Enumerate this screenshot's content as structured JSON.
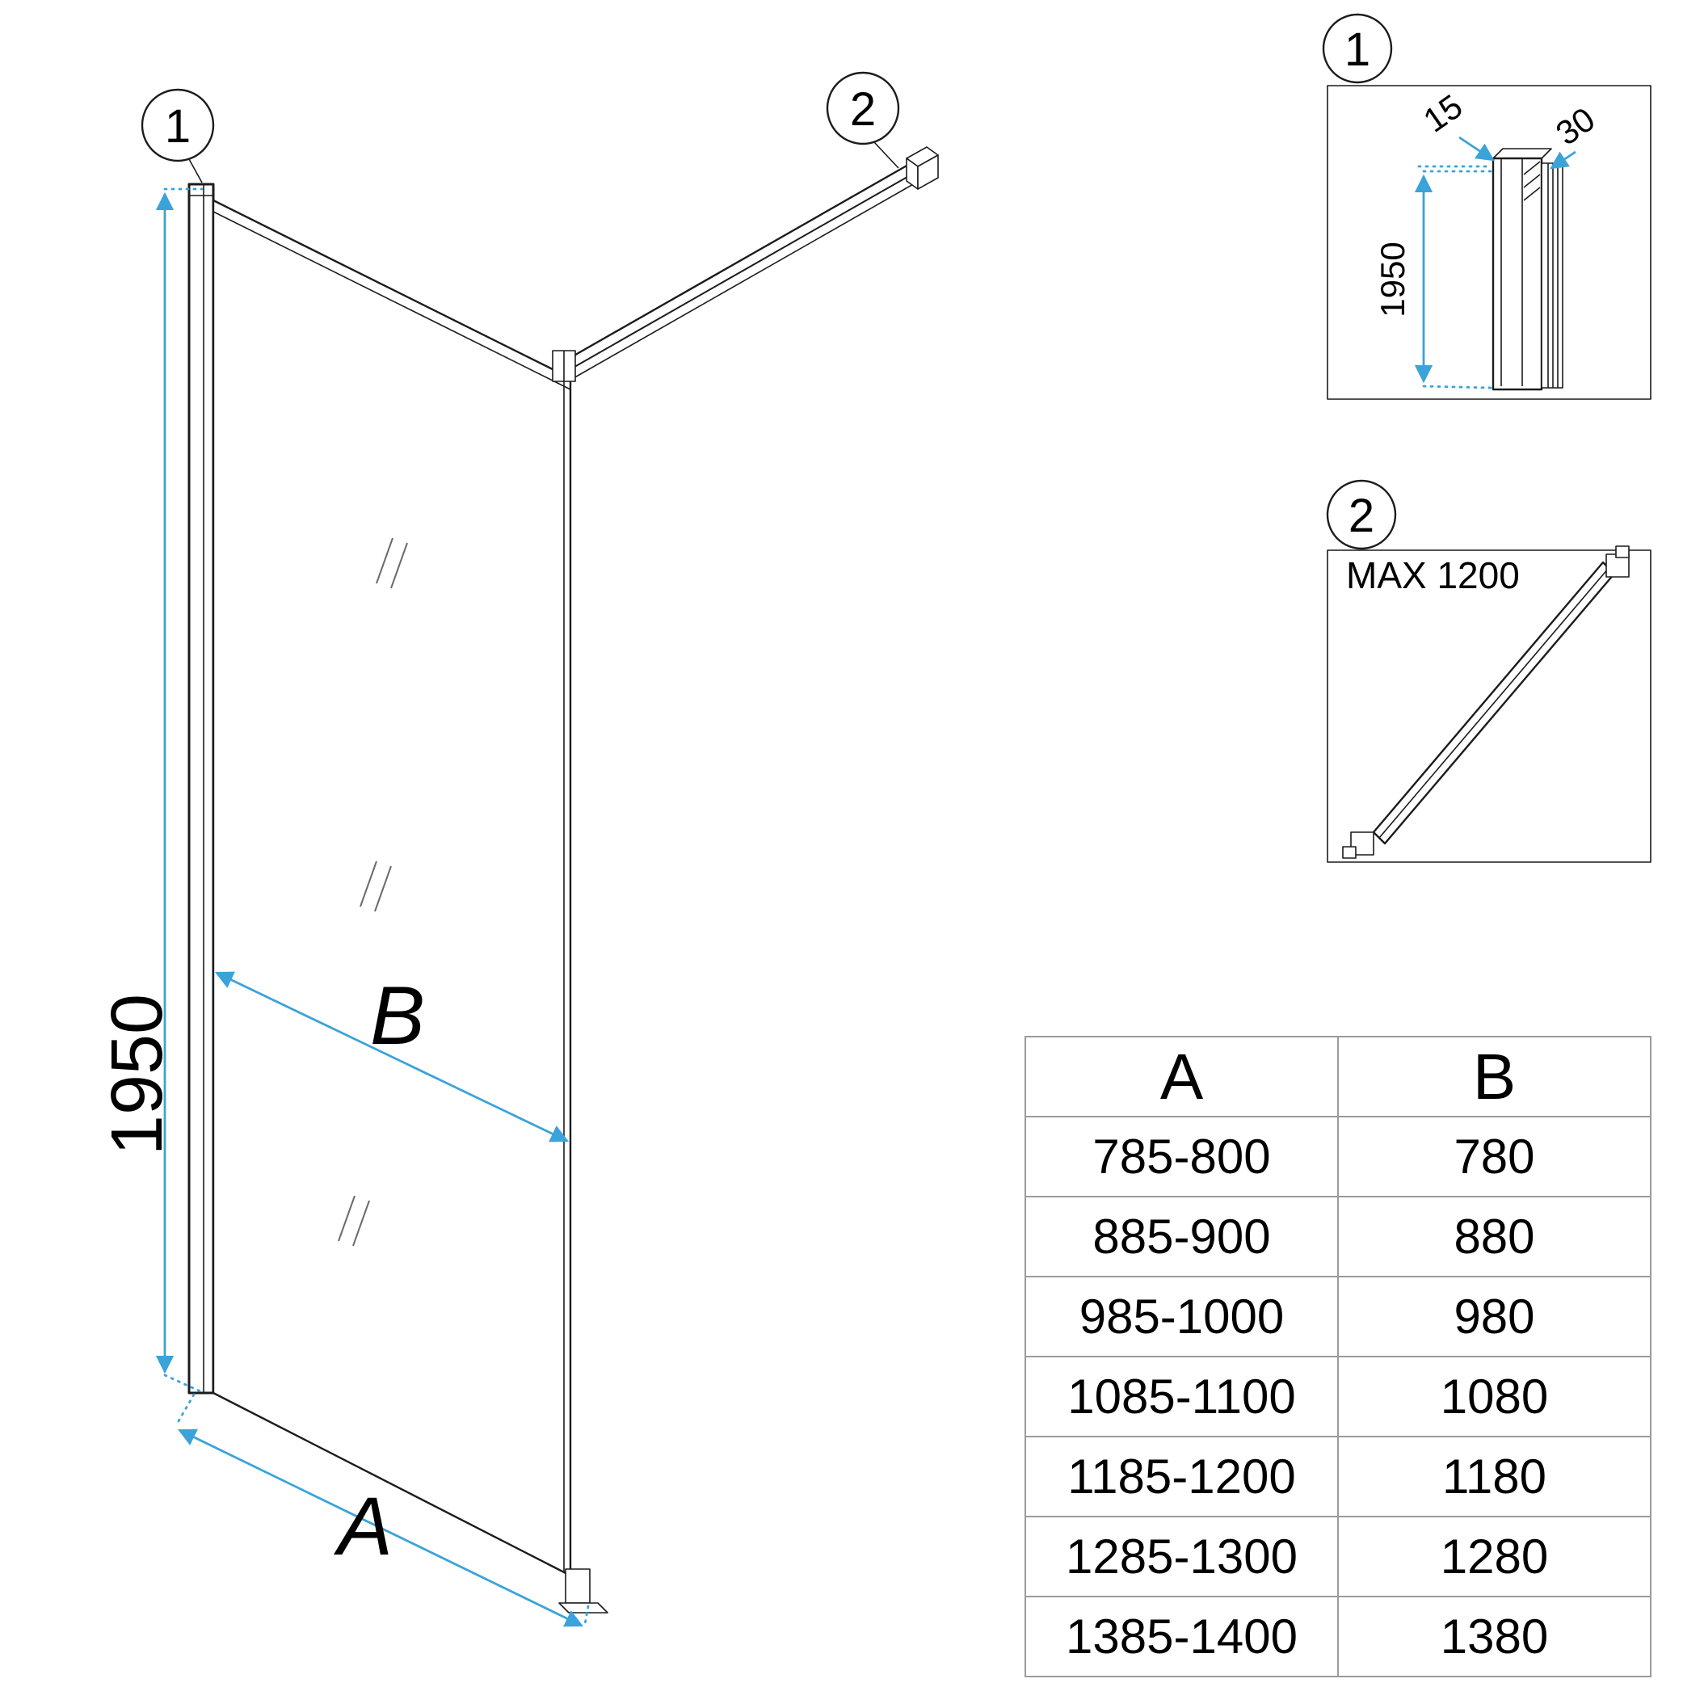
{
  "colors": {
    "line": "#1c1c1c",
    "dimension_accent": "#3aa3d9",
    "table_border": "#9b9b9b",
    "background": "#ffffff"
  },
  "main_drawing": {
    "callout_wall_profile": "1",
    "callout_support_bar": "2",
    "height_label": "1950",
    "glass_width_label": "B",
    "overall_width_label": "A"
  },
  "detail_1": {
    "callout": "1",
    "dim_depth": "15",
    "dim_width": "30",
    "dim_height": "1950"
  },
  "detail_2": {
    "callout": "2",
    "max_label": "MAX 1200"
  },
  "size_table": {
    "headers": [
      "A",
      "B"
    ],
    "rows": [
      {
        "a": "785-800",
        "b": "780"
      },
      {
        "a": "885-900",
        "b": "880"
      },
      {
        "a": "985-1000",
        "b": "980"
      },
      {
        "a": "1085-1100",
        "b": "1080"
      },
      {
        "a": "1185-1200",
        "b": "1180"
      },
      {
        "a": "1285-1300",
        "b": "1280"
      },
      {
        "a": "1385-1400",
        "b": "1380"
      }
    ]
  }
}
